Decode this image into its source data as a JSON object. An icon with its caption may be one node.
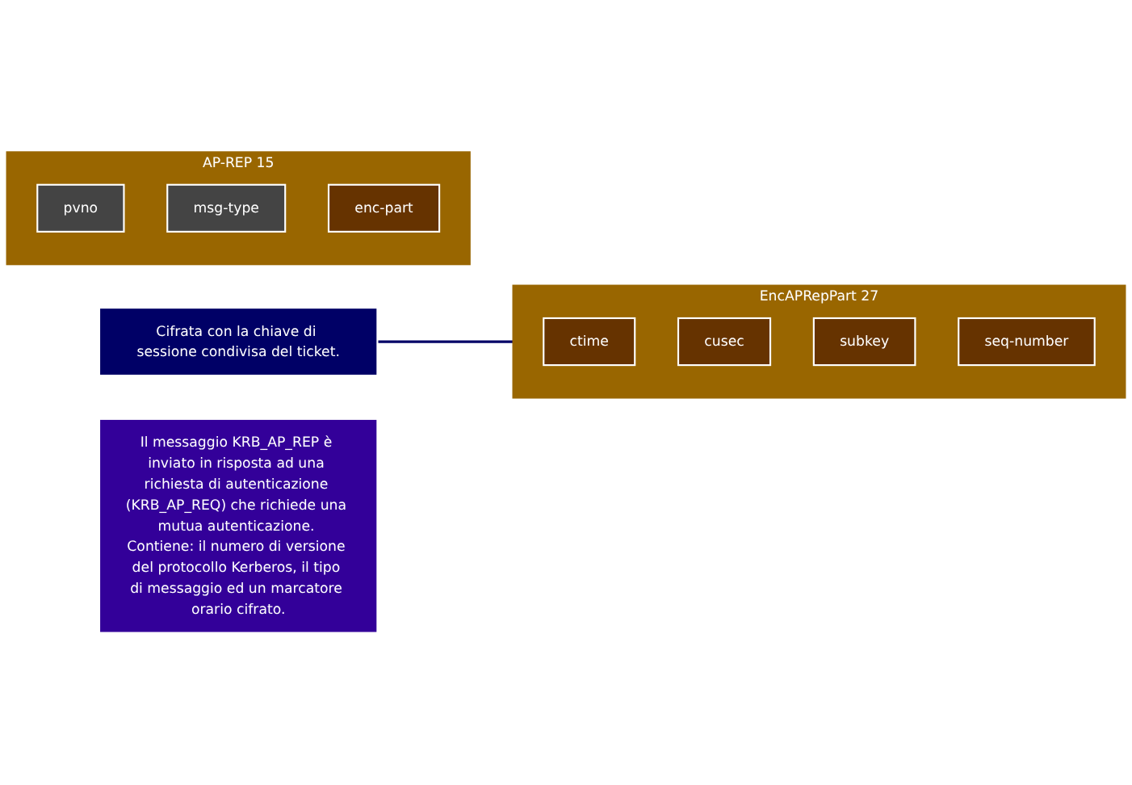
{
  "diagram": {
    "nodes": [
      {
        "text": [
          "AP-REP"
        ],
        "beside": [
          "15"
        ]
      },
      {
        "text": [
          "pvno"
        ],
        "in": 0
      },
      {
        "text": [
          "msg-type"
        ],
        "in": 0
      },
      {
        "text": [
          "enc-part"
        ],
        "in": 0
      },
      {
        "text": [
          "EncAPRepPart"
        ],
        "beside": [
          "27"
        ]
      },
      {
        "text": [
          "ctime"
        ],
        "in": 4
      },
      {
        "text": [
          "cusec"
        ],
        "in": 4
      },
      {
        "text": [
          "subkey"
        ],
        "in": 4
      },
      {
        "text": [
          "seq-number"
        ],
        "in": 4
      },
      {
        "text": [
          "Cifrata con la chiave di sessione condivisa del ticket."
        ]
      },
      {
        "text": [
          "Il messaggio KRB_AP_REP è inviato in risposta ad una richiesta di autenticazione (KRB_AP_REQ) che richiede una mutua autenticazione. Contiene: il numero di versione del protocollo Kerberos, il tipo di messaggio ed un marcatore orario cifrato."
        ]
      }
    ],
    "edges": [
      {
        "from": 9,
        "to": 4,
        "arrow": "none"
      }
    ]
  }
}
